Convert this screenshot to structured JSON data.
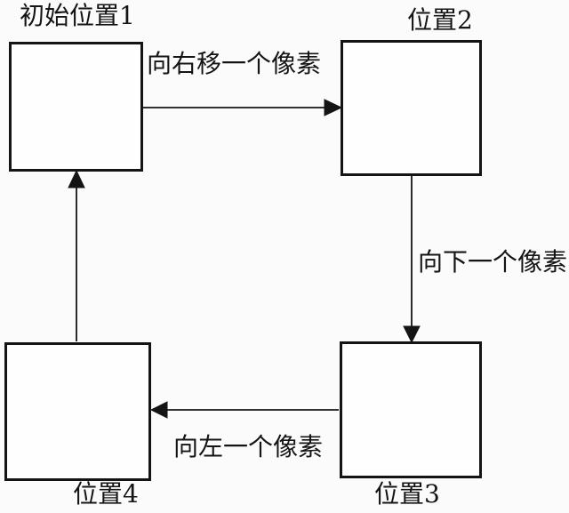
{
  "diagram": {
    "type": "flow-cycle",
    "description_domain": "pixel-shift position cycle diagram",
    "nodes": [
      {
        "id": "position1",
        "label": "初始位置1"
      },
      {
        "id": "position2",
        "label": "位置2"
      },
      {
        "id": "position3",
        "label": "位置3"
      },
      {
        "id": "position4",
        "label": "位置4"
      }
    ],
    "edges": [
      {
        "from": "position1",
        "to": "position2",
        "direction": "right",
        "label": "向右移一个像素"
      },
      {
        "from": "position2",
        "to": "position3",
        "direction": "down",
        "label": "向下一个像素"
      },
      {
        "from": "position3",
        "to": "position4",
        "direction": "left",
        "label": "向左一个像素"
      },
      {
        "from": "position4",
        "to": "position1",
        "direction": "up",
        "label": ""
      }
    ],
    "colors": {
      "background": "#fbfbfb",
      "line": "#141414",
      "text": "#141414",
      "node_fill": "#fefefe"
    }
  }
}
